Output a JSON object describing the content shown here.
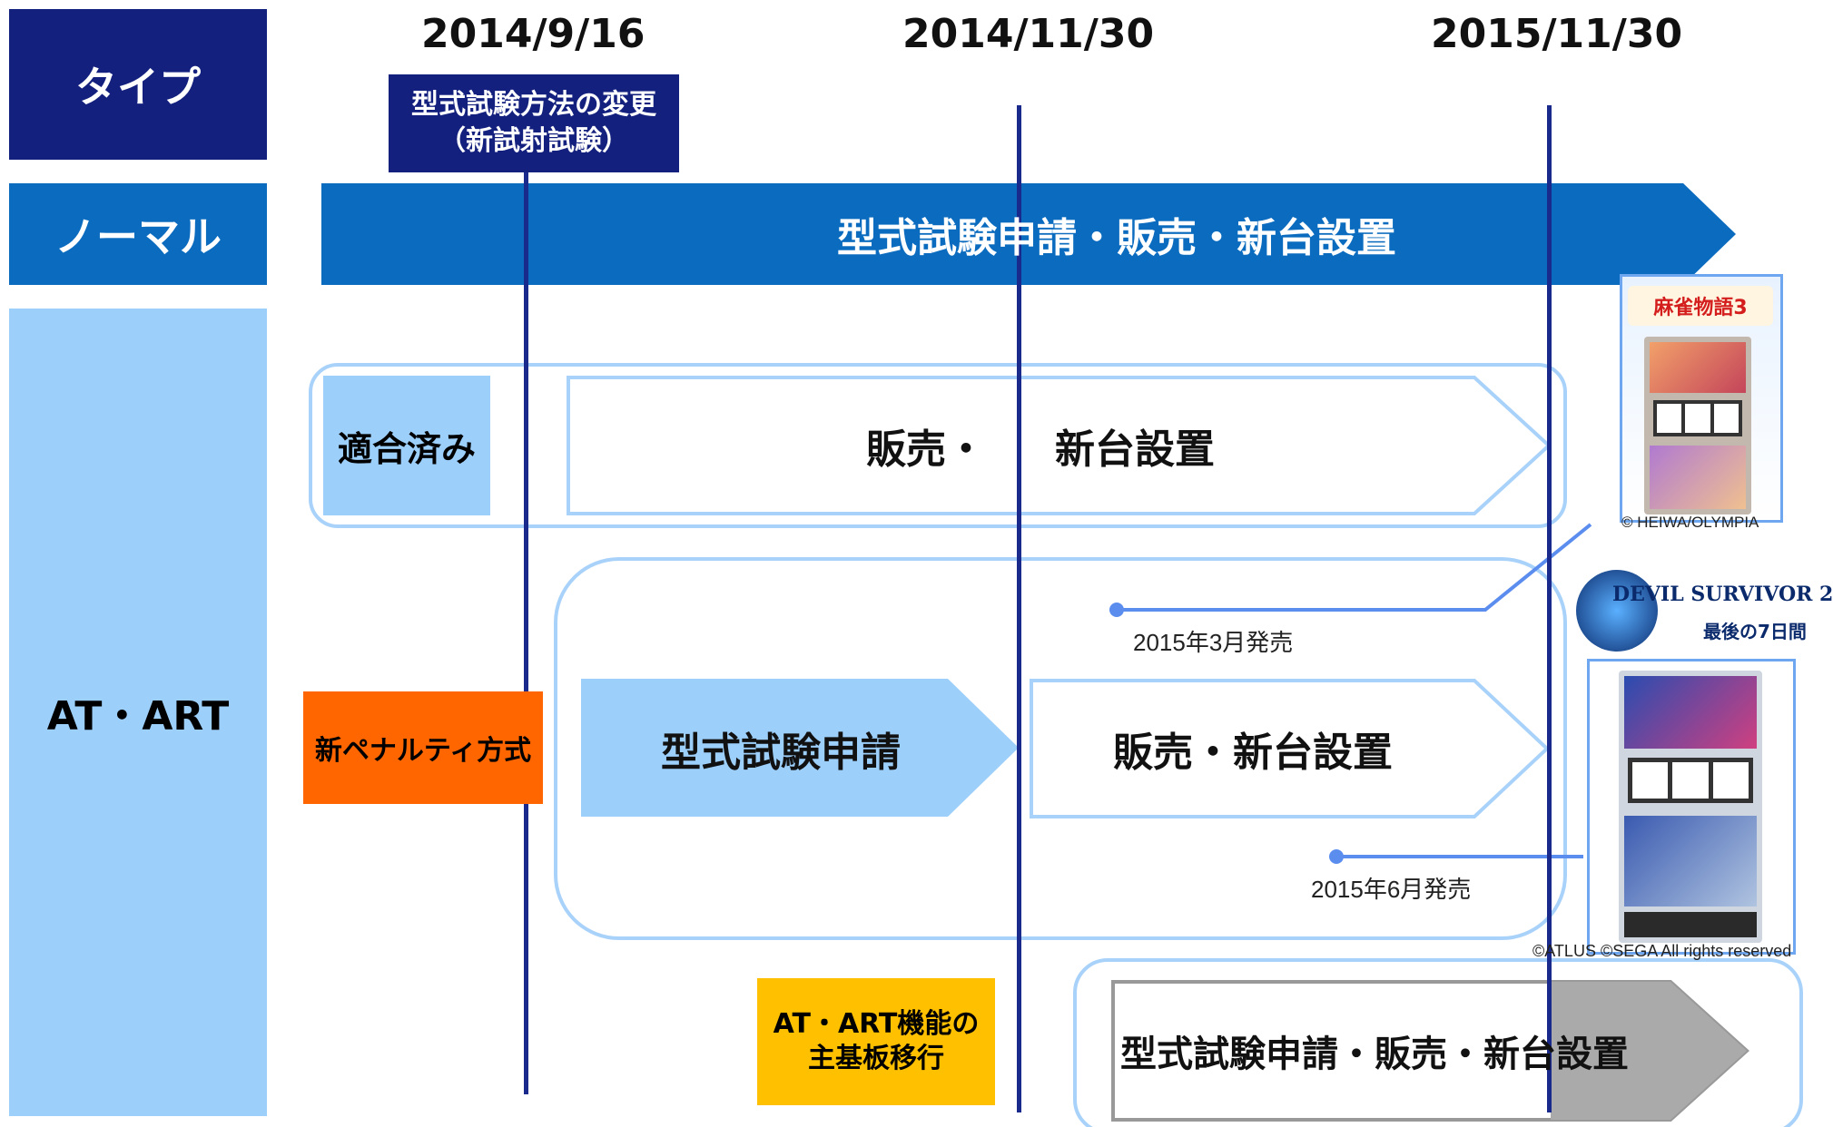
{
  "categories": {
    "type": "タイプ",
    "normal": "ノーマル",
    "at_art": "AT・ART"
  },
  "dates": [
    "2014/9/16",
    "2014/11/30",
    "2015/11/30"
  ],
  "test_change": {
    "line1": "型式試験方法の変更",
    "line2": "（新試射試験）"
  },
  "normal_bar": "型式試験申請・販売・新台設置",
  "approved": {
    "label": "適合済み",
    "arrow_left": "販売・",
    "arrow_right": "新台設置"
  },
  "penalty": {
    "label": "新ペナルティ方式",
    "apply_arrow": "型式試験申請",
    "sale_arrow": "販売・新台設置"
  },
  "releases": {
    "march": "2015年3月発売",
    "june": "2015年6月発売"
  },
  "migration": {
    "line1": "AT・ART機能の",
    "line2": "主基板移行",
    "arrow": "型式試験申請・販売・新台設置"
  },
  "machines": {
    "machine1": {
      "logo": "麻雀物語3",
      "copyright": "© HEIWA/OLYMPIA"
    },
    "machine2": {
      "logo_line1": "DEVIL SURVIVOR 2",
      "logo_line2": "最後の7日間",
      "copyright": "©ATLUS ©SEGA All rights reserved"
    }
  },
  "colors": {
    "navy": "#13207e",
    "blue": "#0a6bbf",
    "light_blue": "#9dcffb",
    "orange": "#ff6600",
    "yellow": "#ffc000",
    "gray": "#aaaaaa",
    "timeline": "#1a2a8c"
  }
}
